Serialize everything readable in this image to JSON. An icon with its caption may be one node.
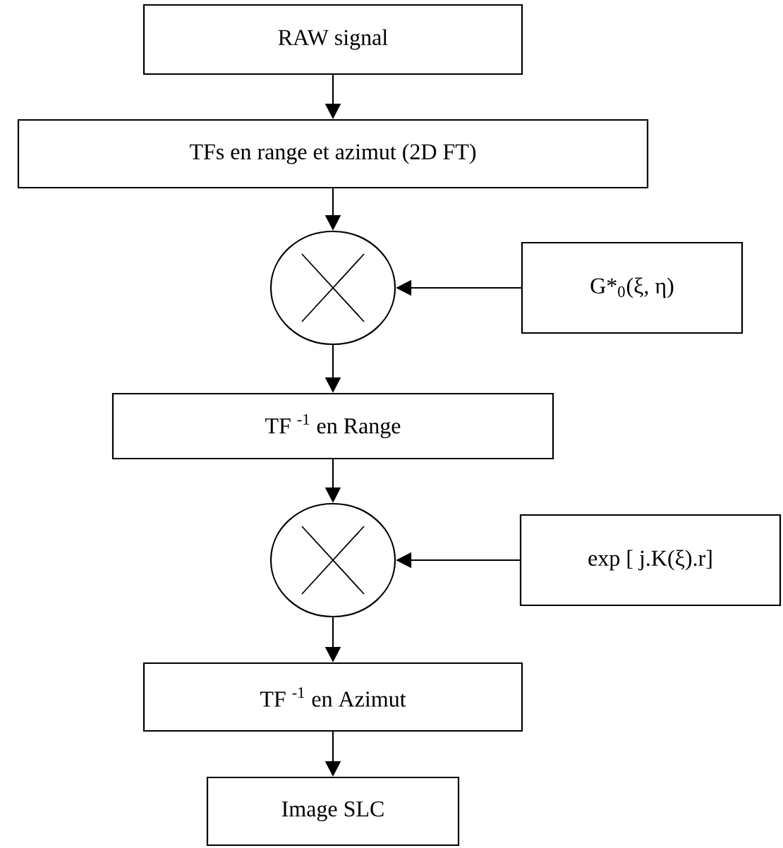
{
  "diagram": {
    "nodes": [
      {
        "text": [
          "RAW signal"
        ]
      },
      {
        "text": [
          "TFs en range et azimut (2D FT)"
        ]
      },
      {
        "text": [],
        "shape": "circle"
      },
      {
        "text": [
          "G*$_{0}$(ξ, η)"
        ]
      },
      {
        "text": [
          "TF $^{-1}$ en Range"
        ]
      },
      {
        "text": [],
        "shape": "circle"
      },
      {
        "text": [
          "exp [ j.K(ξ).r]"
        ]
      },
      {
        "text": [
          "TF $^{-1}$ en Azimut"
        ]
      },
      {
        "text": [
          "Image SLC"
        ]
      }
    ],
    "edges": [
      {
        "from": 0,
        "to": 1,
        "arrow": "to"
      },
      {
        "from": 1,
        "to": 2,
        "arrow": "to"
      },
      {
        "from": 3,
        "to": 2,
        "arrow": "to"
      },
      {
        "from": 2,
        "to": 4,
        "arrow": "to"
      },
      {
        "from": 4,
        "to": 5,
        "arrow": "to"
      },
      {
        "from": 6,
        "to": 5,
        "arrow": "to"
      },
      {
        "from": 5,
        "to": 7,
        "arrow": "to"
      },
      {
        "from": 7,
        "to": 8,
        "arrow": "to"
      }
    ]
  }
}
